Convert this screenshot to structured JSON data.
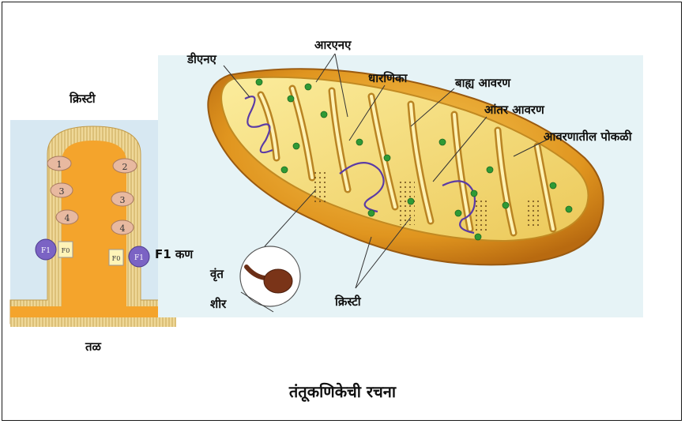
{
  "labels": {
    "cristae_title": "क्रिस्टी",
    "base": "तळ",
    "f1_particle": "F1 कण",
    "dna": "डीएनए",
    "rna": "आरएनए",
    "matrix": "धारणिका",
    "outer_membrane": "बाह्य आवरण",
    "inner_membrane": "आंतर आवरण",
    "intermembrane_space": "आवरणातील पोकळी",
    "stalk": "वृंत",
    "head": "शीर",
    "cristae": "क्रिस्टी",
    "subunit_1": "1",
    "subunit_2": "2",
    "subunit_3a": "3",
    "subunit_3b": "3",
    "subunit_4a": "4",
    "subunit_4b": "4",
    "f1_left": "F1",
    "f0_left": "F0",
    "f0_right": "F0",
    "f1_right": "F1"
  },
  "caption": "तंतूकणिकेची रचना",
  "colors": {
    "panel_bg": "#d7e8f2",
    "cristae_orange": "#f4a42c",
    "membrane_tan": "#e9cf82",
    "outer_shell": "#d9881b",
    "matrix_yellow": "#f2dc74",
    "ribosome_green": "#2f9a35",
    "dna_purple": "#5b3ba6",
    "f1_purple": "#7b63c4"
  }
}
